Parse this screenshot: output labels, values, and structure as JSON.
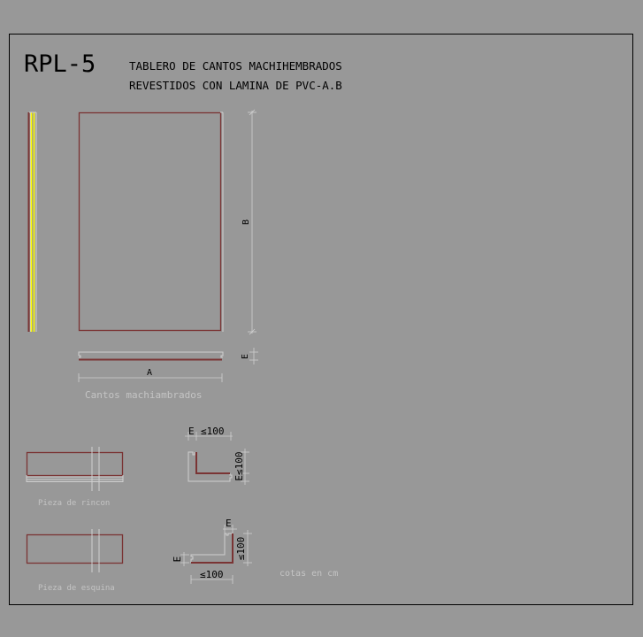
{
  "title": {
    "code": "RPL-5",
    "line1": "TABLERO DE CANTOS MACHIHEMBRADOS",
    "line2": "REVESTIDOS CON LAMINA DE PVC-A.B"
  },
  "panel": {
    "dim_height": "B",
    "dim_width": "A",
    "dim_thickness": "E",
    "caption": "Cantos machiambrados"
  },
  "corner_inner": {
    "caption": "Pieza de rincon",
    "dim_e": "E",
    "dim_top": "≤100",
    "dim_side": "E≤100"
  },
  "corner_outer": {
    "caption": "Pieza de esquina",
    "dim_e_top": "E",
    "dim_side": "≤100",
    "dim_e_left": "E",
    "dim_bottom": "≤100"
  },
  "note": "cotas en cm",
  "colors": {
    "background": "#989898",
    "panel_edge": "#7a3434",
    "laminate": "#ffff00",
    "outline": "#cfcfcf"
  }
}
